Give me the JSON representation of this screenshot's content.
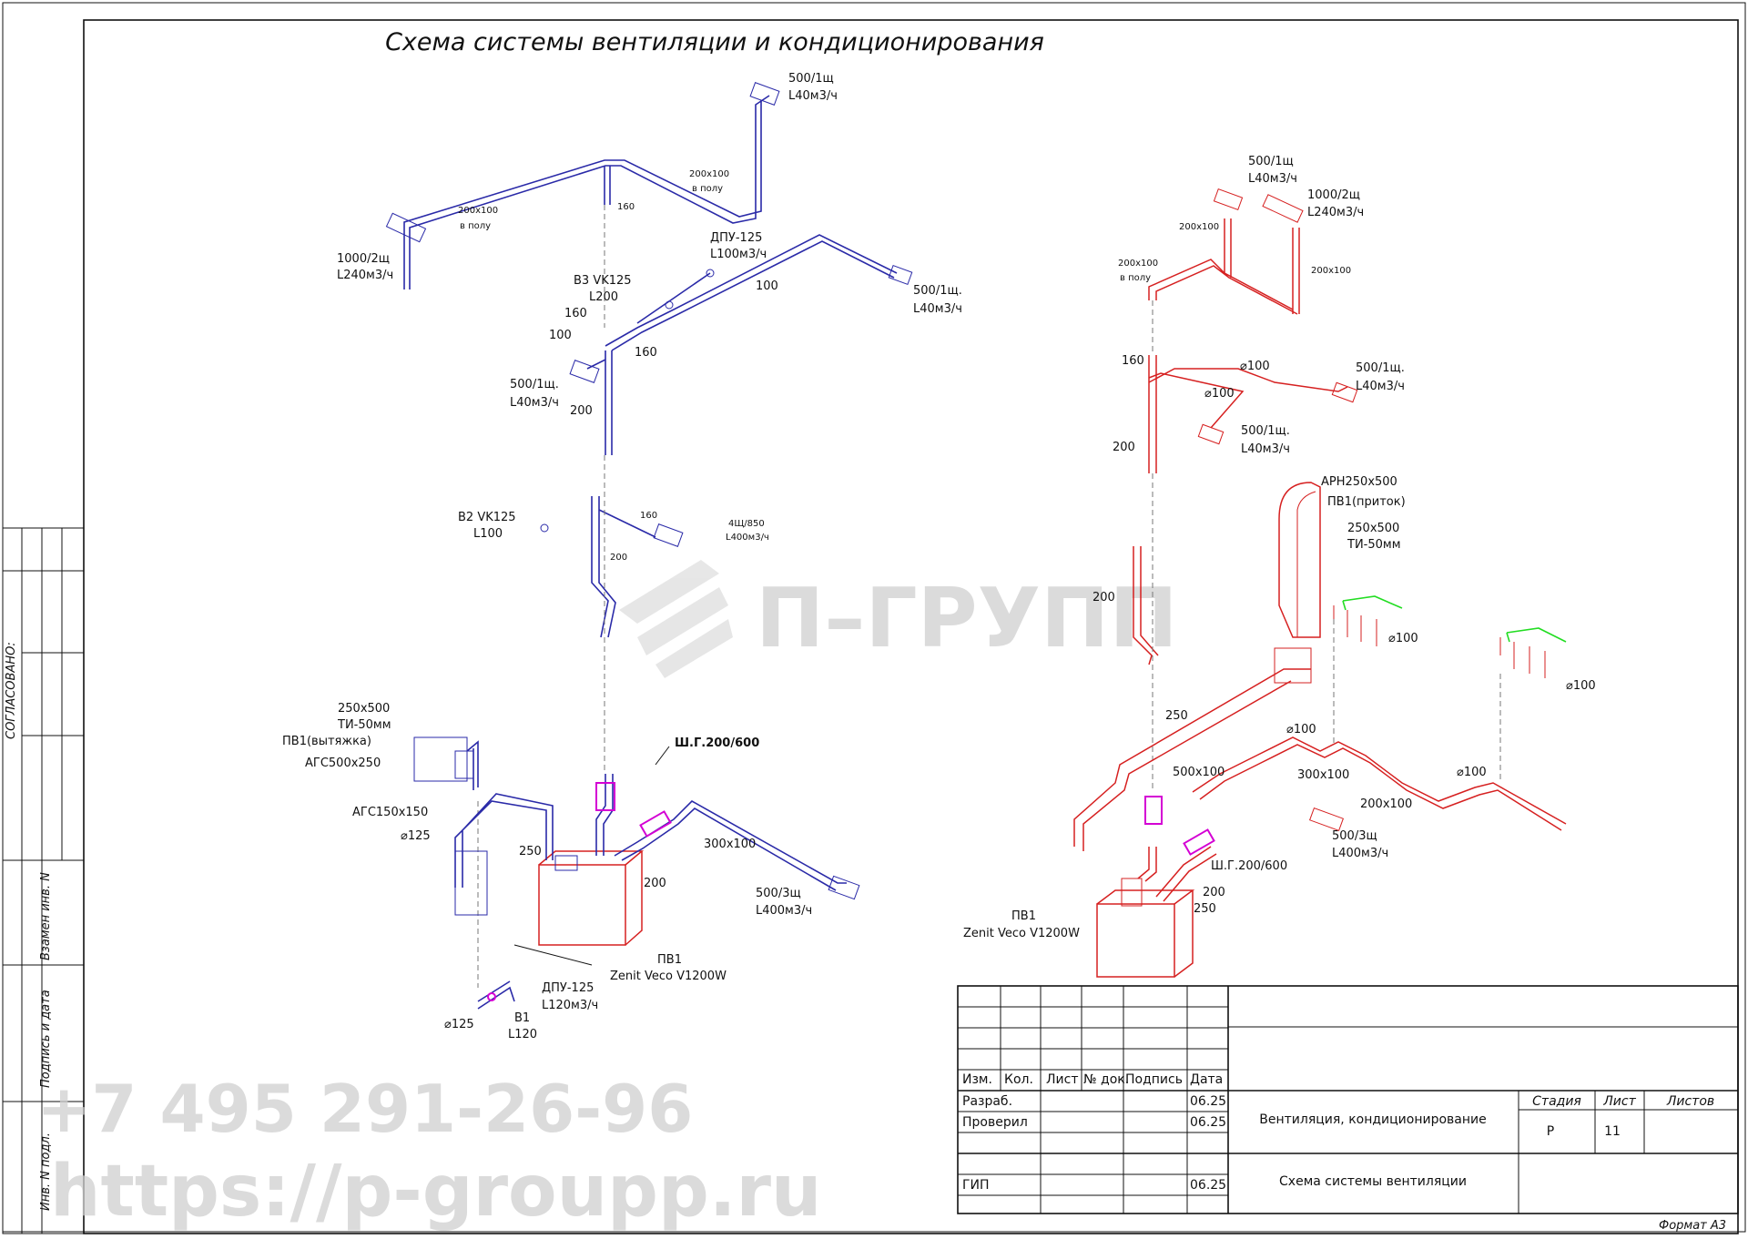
{
  "title": "Схема системы вентиляции и кондиционирования",
  "side_labels": {
    "agreed": "СОГЛАСОВАНО:",
    "replaced_inv": "Взамен инв. N",
    "sign_date": "Подпись и дата",
    "inv_orig": "Инв. N подл."
  },
  "watermark": {
    "brand": "П–ГРУПП",
    "phone": "+7 495 291-26-96",
    "url": "https://p-groupp.ru"
  },
  "left_system": {
    "top_right_outlet": [
      "500/1щ",
      "L40м3/ч"
    ],
    "duct_200x100_right": [
      "200x100",
      "в полу"
    ],
    "duct_200x100_left": [
      "200x100",
      "в полу"
    ],
    "riser_160": "160",
    "top_left_outlet": [
      "1000/2щ",
      "L240м3/ч"
    ],
    "dpu_upper": [
      "ДПУ-125",
      "L100м3/ч"
    ],
    "b3_valve": [
      "В3 VK125",
      "L200"
    ],
    "duct_100": "100",
    "right_outlet": [
      "500/1щ.",
      "L40м3/ч"
    ],
    "d160_a": "160",
    "d100": "100",
    "d160_b": "160",
    "left_outlet": [
      "500/1щ.",
      "L40м3/ч"
    ],
    "d200_upper": "200",
    "b2_valve": [
      "В2 VK125",
      "L100"
    ],
    "d160_mid": "160",
    "grille_4shch": [
      "4Щ/850",
      "L400м3/ч"
    ],
    "d200_mid": "200",
    "ti_label": [
      "250x500",
      "ТИ-50мм",
      "ПВ1(вытяжка)"
    ],
    "ags500": "АГС500х250",
    "ags150": "АГС150х150",
    "d125": "⌀125",
    "d250": "250",
    "shg": "Ш.Г.200/600",
    "d300x100": "300x100",
    "d200_low": "200",
    "outlet_500_3": [
      "500/3щ",
      "L400м3/ч"
    ],
    "unit": [
      "ПВ1",
      "Zenit Veco V1200W"
    ],
    "dpu_lower": [
      "ДПУ-125",
      "L120м3/ч"
    ],
    "b1": [
      "В1",
      "L120"
    ],
    "d125_low": "⌀125"
  },
  "right_system": {
    "outlet_top_a": [
      "500/1щ",
      "L40м3/ч"
    ],
    "outlet_top_b": [
      "1000/2щ",
      "L240м3/ч"
    ],
    "d200x100_a": "200x100",
    "d200x100_b": "200x100",
    "d200x100_floor": [
      "200x100",
      "в полу"
    ],
    "d160": "160",
    "d100_a": "⌀100",
    "d100_b": "⌀100",
    "outlet_mid_a": [
      "500/1щ.",
      "L40м3/ч"
    ],
    "outlet_mid_b": [
      "500/1щ.",
      "L40м3/ч"
    ],
    "d200_a": "200",
    "arn": [
      "АРН250х500",
      "ПВ1(приток)",
      "250х500",
      "ТИ-50мм"
    ],
    "d200_b": "200",
    "d100_c": "⌀100",
    "d100_d": "⌀100",
    "d250": "250",
    "d100_e": "⌀100",
    "d500x100": "500x100",
    "d300x100": "300x100",
    "d100_f": "⌀100",
    "d200x100_c": "200x100",
    "outlet_500_3": [
      "500/3щ",
      "L400м3/ч"
    ],
    "shg": "Ш.Г.200/600",
    "d200_c": "200",
    "d250_b": "250",
    "unit": [
      "ПВ1",
      "Zenit Veco V1200W"
    ]
  },
  "stamp": {
    "headers": [
      "Изм.",
      "Кол.",
      "Лист",
      "№ док.",
      "Подпись",
      "Дата"
    ],
    "rows": [
      {
        "role": "Разраб.",
        "date": "06.25"
      },
      {
        "role": "Проверил",
        "date": "06.25"
      },
      {
        "role": "ГИП",
        "date": "06.25"
      }
    ],
    "doc_name": "Вентиляция, кондиционирование",
    "sheet_name": "Схема системы вентиляции",
    "stage_header": "Стадия",
    "sheet_header": "Лист",
    "sheets_header": "Листов",
    "stage": "Р",
    "sheet": "11",
    "sheets": ""
  },
  "format": "Формат А3",
  "colors": {
    "supply": "#d62020",
    "exhaust": "#2a2aa8",
    "damper": "#d400d4",
    "manifold": "#22dd22"
  }
}
